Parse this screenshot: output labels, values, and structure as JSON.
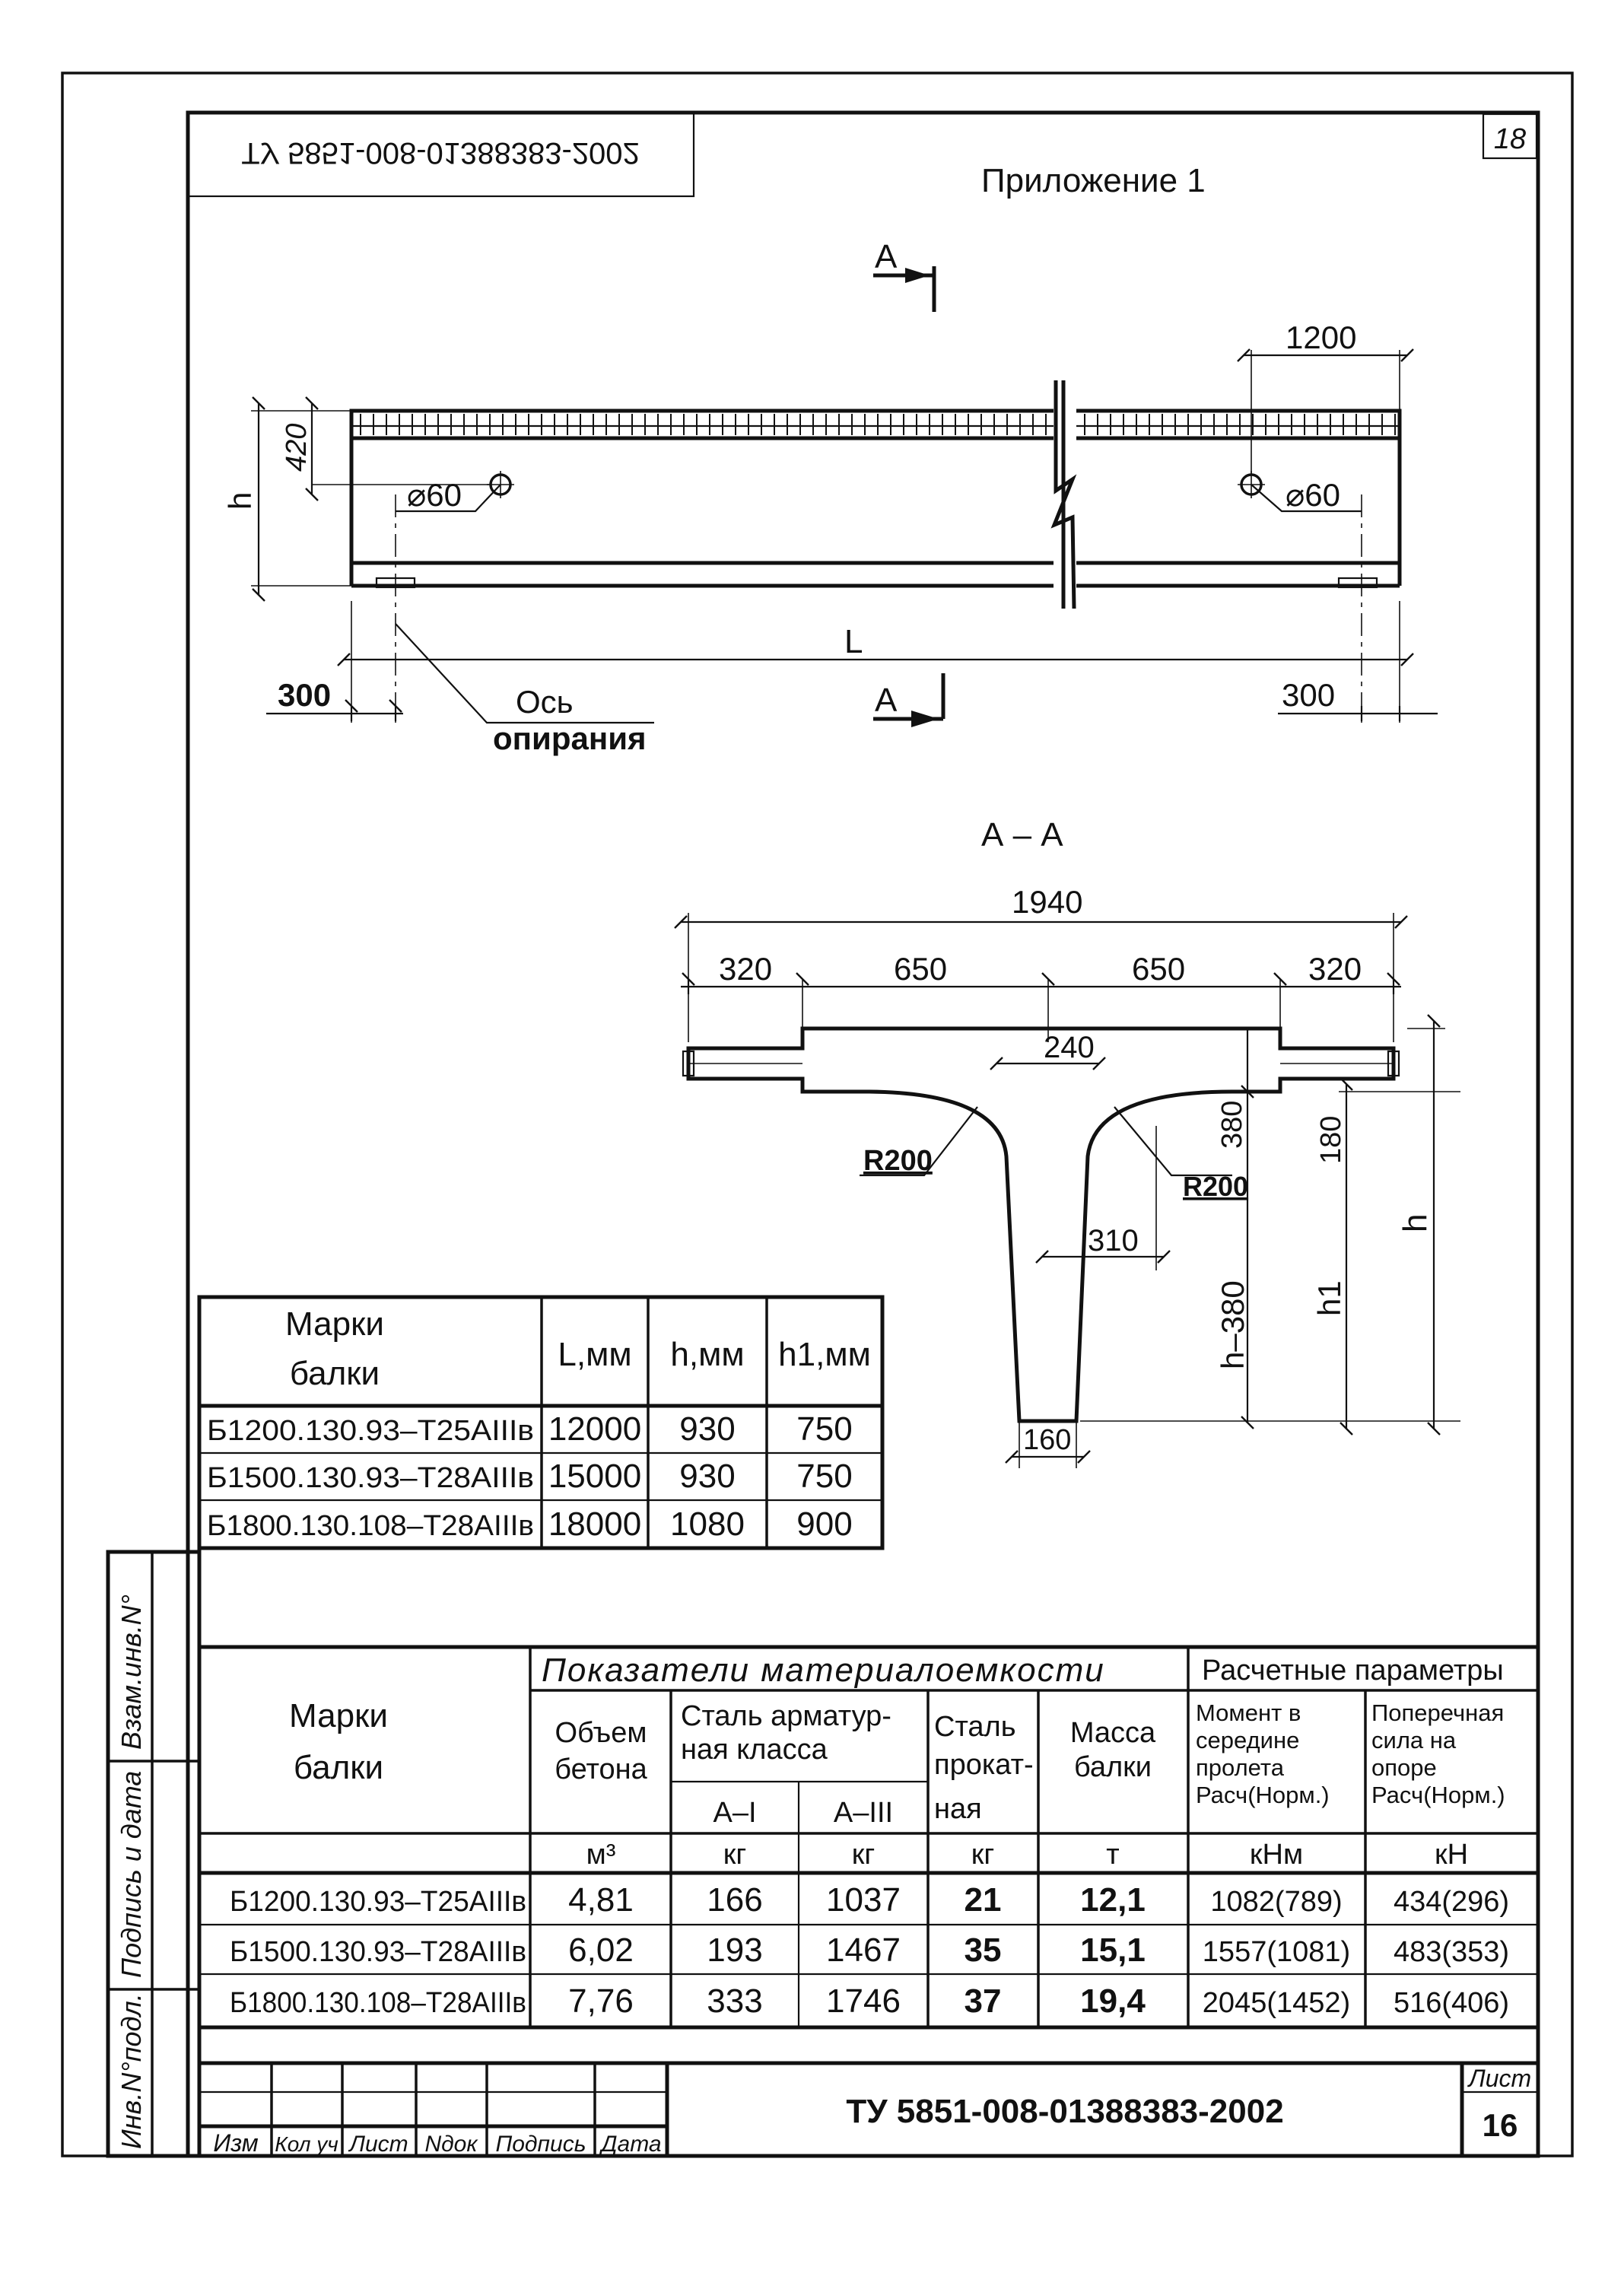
{
  "sheet_corner_number": "18",
  "mirrored_stamp": "ТУ 5851-008-01388383-2002",
  "appendix_title": "Приложение 1",
  "elevation": {
    "section_mark": "А",
    "dim_1200": "1200",
    "dim_420": "420",
    "dim_h": "h",
    "hole_left": "⌀60",
    "hole_right": "⌀60",
    "dim_L": "L",
    "dim_300_left": "300",
    "dim_300_right": "300",
    "axis_label_line1": "Ось",
    "axis_label_line2": "опирания"
  },
  "section": {
    "title": "А – А",
    "dim_total": "1940",
    "dim_320_left": "320",
    "dim_650_left": "650",
    "dim_650_right": "650",
    "dim_320_right": "320",
    "dim_240": "240",
    "dim_380": "380",
    "dim_180": "180",
    "dim_h": "h",
    "dim_h1": "h1",
    "dim_h_minus_380": "h–380",
    "dim_310": "310",
    "dim_160": "160",
    "radius_left": "R200",
    "radius_right": "R200"
  },
  "table1": {
    "headers": [
      "Марки балки",
      "L,мм",
      "h,мм",
      "h1,мм"
    ],
    "header_mark_line1": "Марки",
    "header_mark_line2": "балки",
    "rows": [
      [
        "Б1200.130.93–Т25АIIIв",
        "12000",
        "930",
        "750"
      ],
      [
        "Б1500.130.93–Т28АIIIв",
        "15000",
        "930",
        "750"
      ],
      [
        "Б1800.130.108–Т28АIIIв",
        "18000",
        "1080",
        "900"
      ]
    ]
  },
  "table2": {
    "group_material": "Показатели материалоемкости",
    "group_design": "Расчетные параметры",
    "col_mark_line1": "Марки",
    "col_mark_line2": "балки",
    "col_concrete_line1": "Объем",
    "col_concrete_line2": "бетона",
    "col_rebar_line1": "Сталь арматур-",
    "col_rebar_line2": "ная класса",
    "col_rebar_a1": "А–I",
    "col_rebar_a3": "А–III",
    "col_rolled_line1": "Сталь",
    "col_rolled_line2": "прокат-",
    "col_rolled_line3": "ная",
    "col_mass_line1": "Масса",
    "col_mass_line2": "балки",
    "col_moment_line1": "Момент в",
    "col_moment_line2": "середине",
    "col_moment_line3": "пролета",
    "col_moment_line4": "Расч(Норм.)",
    "col_shear_line1": "Поперечная",
    "col_shear_line2": "сила на",
    "col_shear_line3": "опоре",
    "col_shear_line4": "Расч(Норм.)",
    "units": [
      "м³",
      "кг",
      "кг",
      "кг",
      "т",
      "кНм",
      "кН"
    ],
    "rows": [
      [
        "Б1200.130.93–Т25АIIIв",
        "4,81",
        "166",
        "1037",
        "21",
        "12,1",
        "1082(789)",
        "434(296)"
      ],
      [
        "Б1500.130.93–Т28АIIIв",
        "6,02",
        "193",
        "1467",
        "35",
        "15,1",
        "1557(1081)",
        "483(353)"
      ],
      [
        "Б1800.130.108–Т28АIIIв",
        "7,76",
        "333",
        "1746",
        "37",
        "19,4",
        "2045(1452)",
        "516(406)"
      ]
    ]
  },
  "side_stamp": [
    "Взам.инв.N°",
    "Подпись и дата",
    "Инв.N°подл."
  ],
  "title_block": {
    "document_code": "ТУ 5851-008-01388383-2002",
    "sheet_label": "Лист",
    "sheet_number": "16",
    "columns": [
      "Изм",
      "Кол уч",
      "Лист",
      "Nдок",
      "Подпись",
      "Дата"
    ]
  }
}
